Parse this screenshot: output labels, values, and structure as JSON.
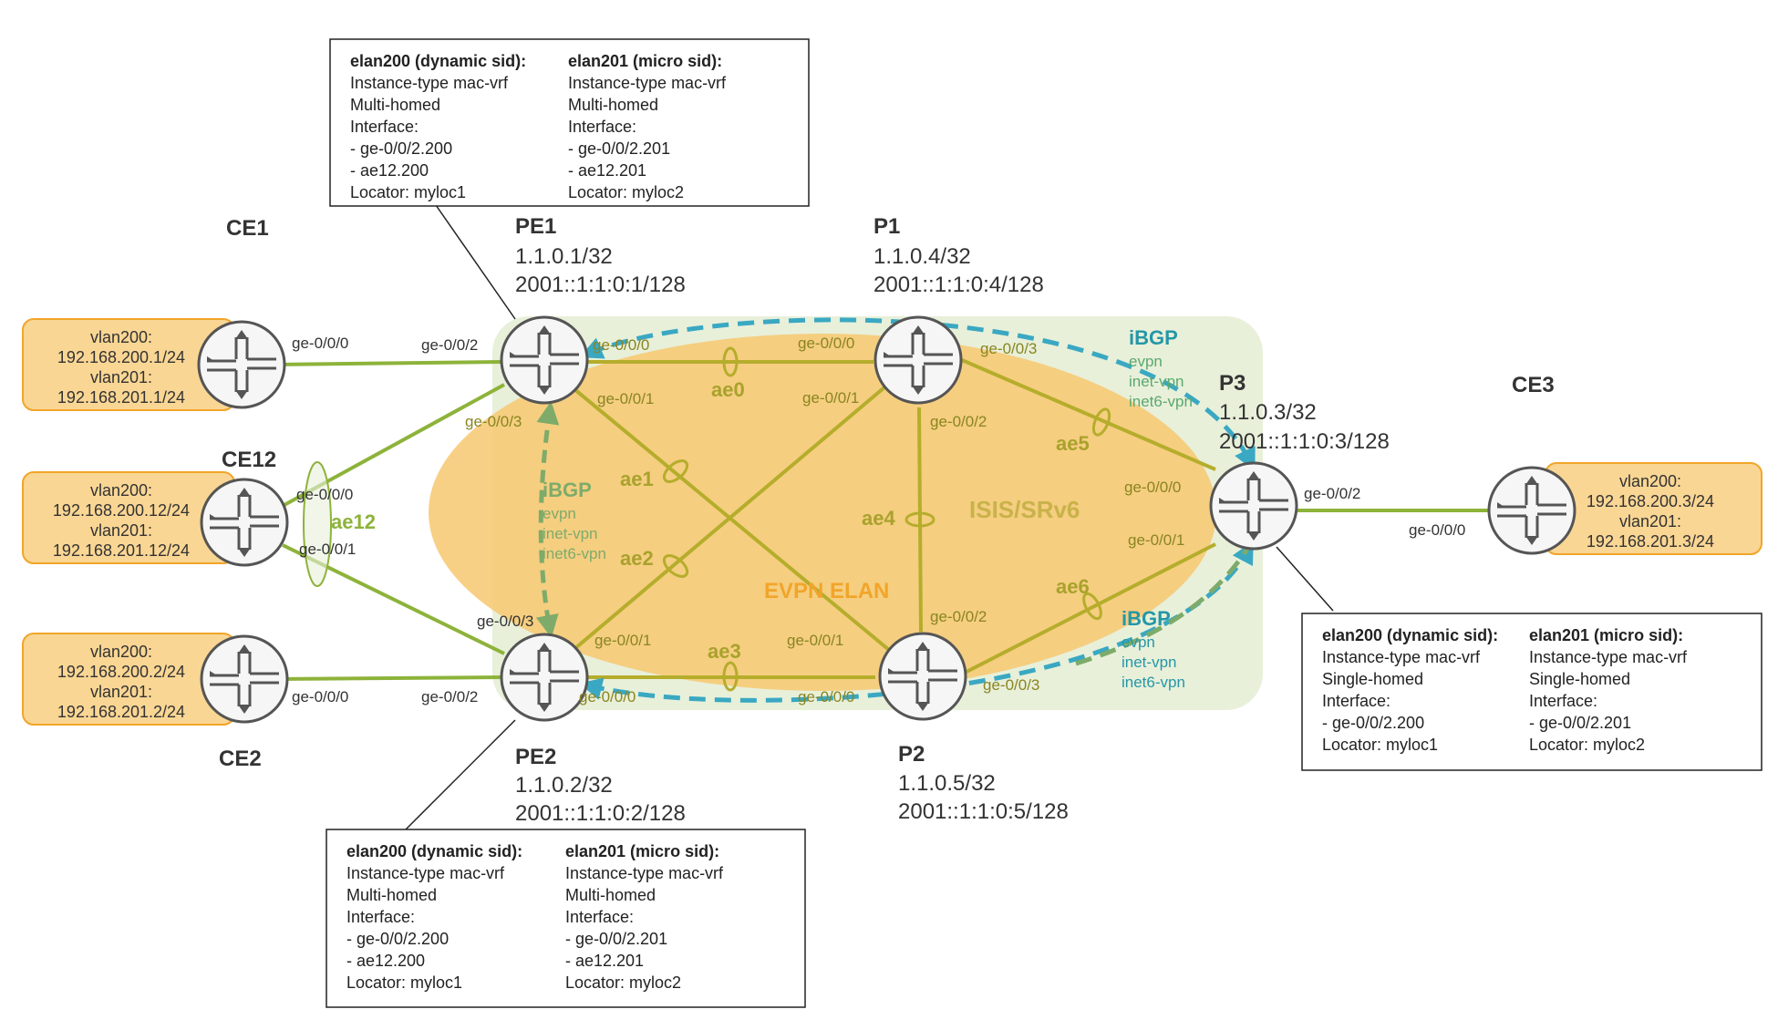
{
  "colors": {
    "link": "#8db33a",
    "core_link": "#b5ad2b",
    "ibgp": "#3aa8c2",
    "ibgp_pe": "#7eab6a",
    "ibgp_label": "#2597a6",
    "evpn_label": "#f1a52a",
    "ae_label": "#a9a22c",
    "isis_label": "#c9b24a",
    "router_fill": "#f6f6f6",
    "router_stroke": "#555555",
    "cust_fill": "#fad694",
    "cust_stroke": "#f1a52a",
    "core_bg": "#e8f0da",
    "evpn_ellipse": "#f7c870"
  },
  "labels": {
    "evpn_elan": "EVPN ELAN",
    "isis_srv6": "ISIS/SRv6",
    "ae12": "ae12"
  },
  "nodes": {
    "pe1": {
      "name": "PE1",
      "ipv4": "1.1.0.1/32",
      "ipv6": "2001::1:1:0:1/128"
    },
    "p1": {
      "name": "P1",
      "ipv4": "1.1.0.4/32",
      "ipv6": "2001::1:1:0:4/128"
    },
    "p3": {
      "name": "P3",
      "ipv4": "1.1.0.3/32",
      "ipv6": "2001::1:1:0:3/128"
    },
    "pe2": {
      "name": "PE2",
      "ipv4": "1.1.0.2/32",
      "ipv6": "2001::1:1:0:2/128"
    },
    "p2": {
      "name": "P2",
      "ipv4": "1.1.0.5/32",
      "ipv6": "2001::1:1:0:5/128"
    },
    "ce1": {
      "name": "CE1"
    },
    "ce12": {
      "name": "CE12"
    },
    "ce2": {
      "name": "CE2"
    },
    "ce3": {
      "name": "CE3"
    }
  },
  "customers": {
    "ce1": [
      "vlan200:",
      "192.168.200.1/24",
      "vlan201:",
      "192.168.201.1/24"
    ],
    "ce12": [
      "vlan200:",
      "192.168.200.12/24",
      "vlan201:",
      "192.168.201.12/24"
    ],
    "ce2": [
      "vlan200:",
      "192.168.200.2/24",
      "vlan201:",
      "192.168.201.2/24"
    ],
    "ce3": [
      "vlan200:",
      "192.168.200.3/24",
      "vlan201:",
      "192.168.201.3/24"
    ]
  },
  "interfaces": {
    "ce1_ge000": "ge-0/0/0",
    "pe1_ge002": "ge-0/0/2",
    "pe1_ge000": "ge-0/0/0",
    "pe1_ge001": "ge-0/0/1",
    "pe1_ge003": "ge-0/0/3",
    "p1_ge000": "ge-0/0/0",
    "p1_ge003": "ge-0/0/3",
    "p1_ge001": "ge-0/0/1",
    "p1_ge002": "ge-0/0/2",
    "p3_ge000": "ge-0/0/0",
    "p3_ge001": "ge-0/0/1",
    "p3_ge002": "ge-0/0/2",
    "ce3_ge000": "ge-0/0/0",
    "ce12_ge000": "ge-0/0/0",
    "ce12_ge001": "ge-0/0/1",
    "pe2_ge003": "ge-0/0/3",
    "pe2_ge001": "ge-0/0/1",
    "pe2_ge002": "ge-0/0/2",
    "pe2_ge000": "ge-0/0/0",
    "ce2_ge000": "ge-0/0/0",
    "p2_ge001": "ge-0/0/1",
    "p2_ge002": "ge-0/0/2",
    "p2_ge003": "ge-0/0/3",
    "p2_ge000": "ge-0/0/0"
  },
  "ae": {
    "ae0": "ae0",
    "ae1": "ae1",
    "ae2": "ae2",
    "ae3": "ae3",
    "ae4": "ae4",
    "ae5": "ae5",
    "ae6": "ae6"
  },
  "ibgp": {
    "top": [
      "iBGP",
      "evpn",
      "inet-vpn",
      "inet6-vpn"
    ],
    "left": [
      "iBGP",
      "evpn",
      "inet-vpn",
      "inet6-vpn"
    ],
    "bottom": [
      "iBGP",
      "evpn",
      "inet-vpn",
      "inet6-vpn"
    ]
  },
  "info_boxes": {
    "pe1": {
      "col1": [
        "elan200 (dynamic sid):",
        "Instance-type mac-vrf",
        "Multi-homed",
        "Interface:",
        "- ge-0/0/2.200",
        "- ae12.200",
        "Locator: myloc1"
      ],
      "col2": [
        "elan201 (micro sid):",
        "Instance-type mac-vrf",
        "Multi-homed",
        "Interface:",
        "- ge-0/0/2.201",
        "- ae12.201",
        "Locator: myloc2"
      ]
    },
    "pe2": {
      "col1": [
        "elan200 (dynamic sid):",
        "Instance-type mac-vrf",
        "Multi-homed",
        "Interface:",
        "- ge-0/0/2.200",
        "- ae12.200",
        "Locator: myloc1"
      ],
      "col2": [
        "elan201 (micro sid):",
        "Instance-type mac-vrf",
        "Multi-homed",
        "Interface:",
        "- ge-0/0/2.201",
        "- ae12.201",
        "Locator: myloc2"
      ]
    },
    "p3": {
      "col1": [
        "elan200 (dynamic sid):",
        "Instance-type mac-vrf",
        "Single-homed",
        "Interface:",
        "- ge-0/0/2.200",
        "Locator: myloc1"
      ],
      "col2": [
        "elan201 (micro sid):",
        "Instance-type mac-vrf",
        "Single-homed",
        "Interface:",
        "- ge-0/0/2.201",
        "Locator: myloc2"
      ]
    }
  }
}
